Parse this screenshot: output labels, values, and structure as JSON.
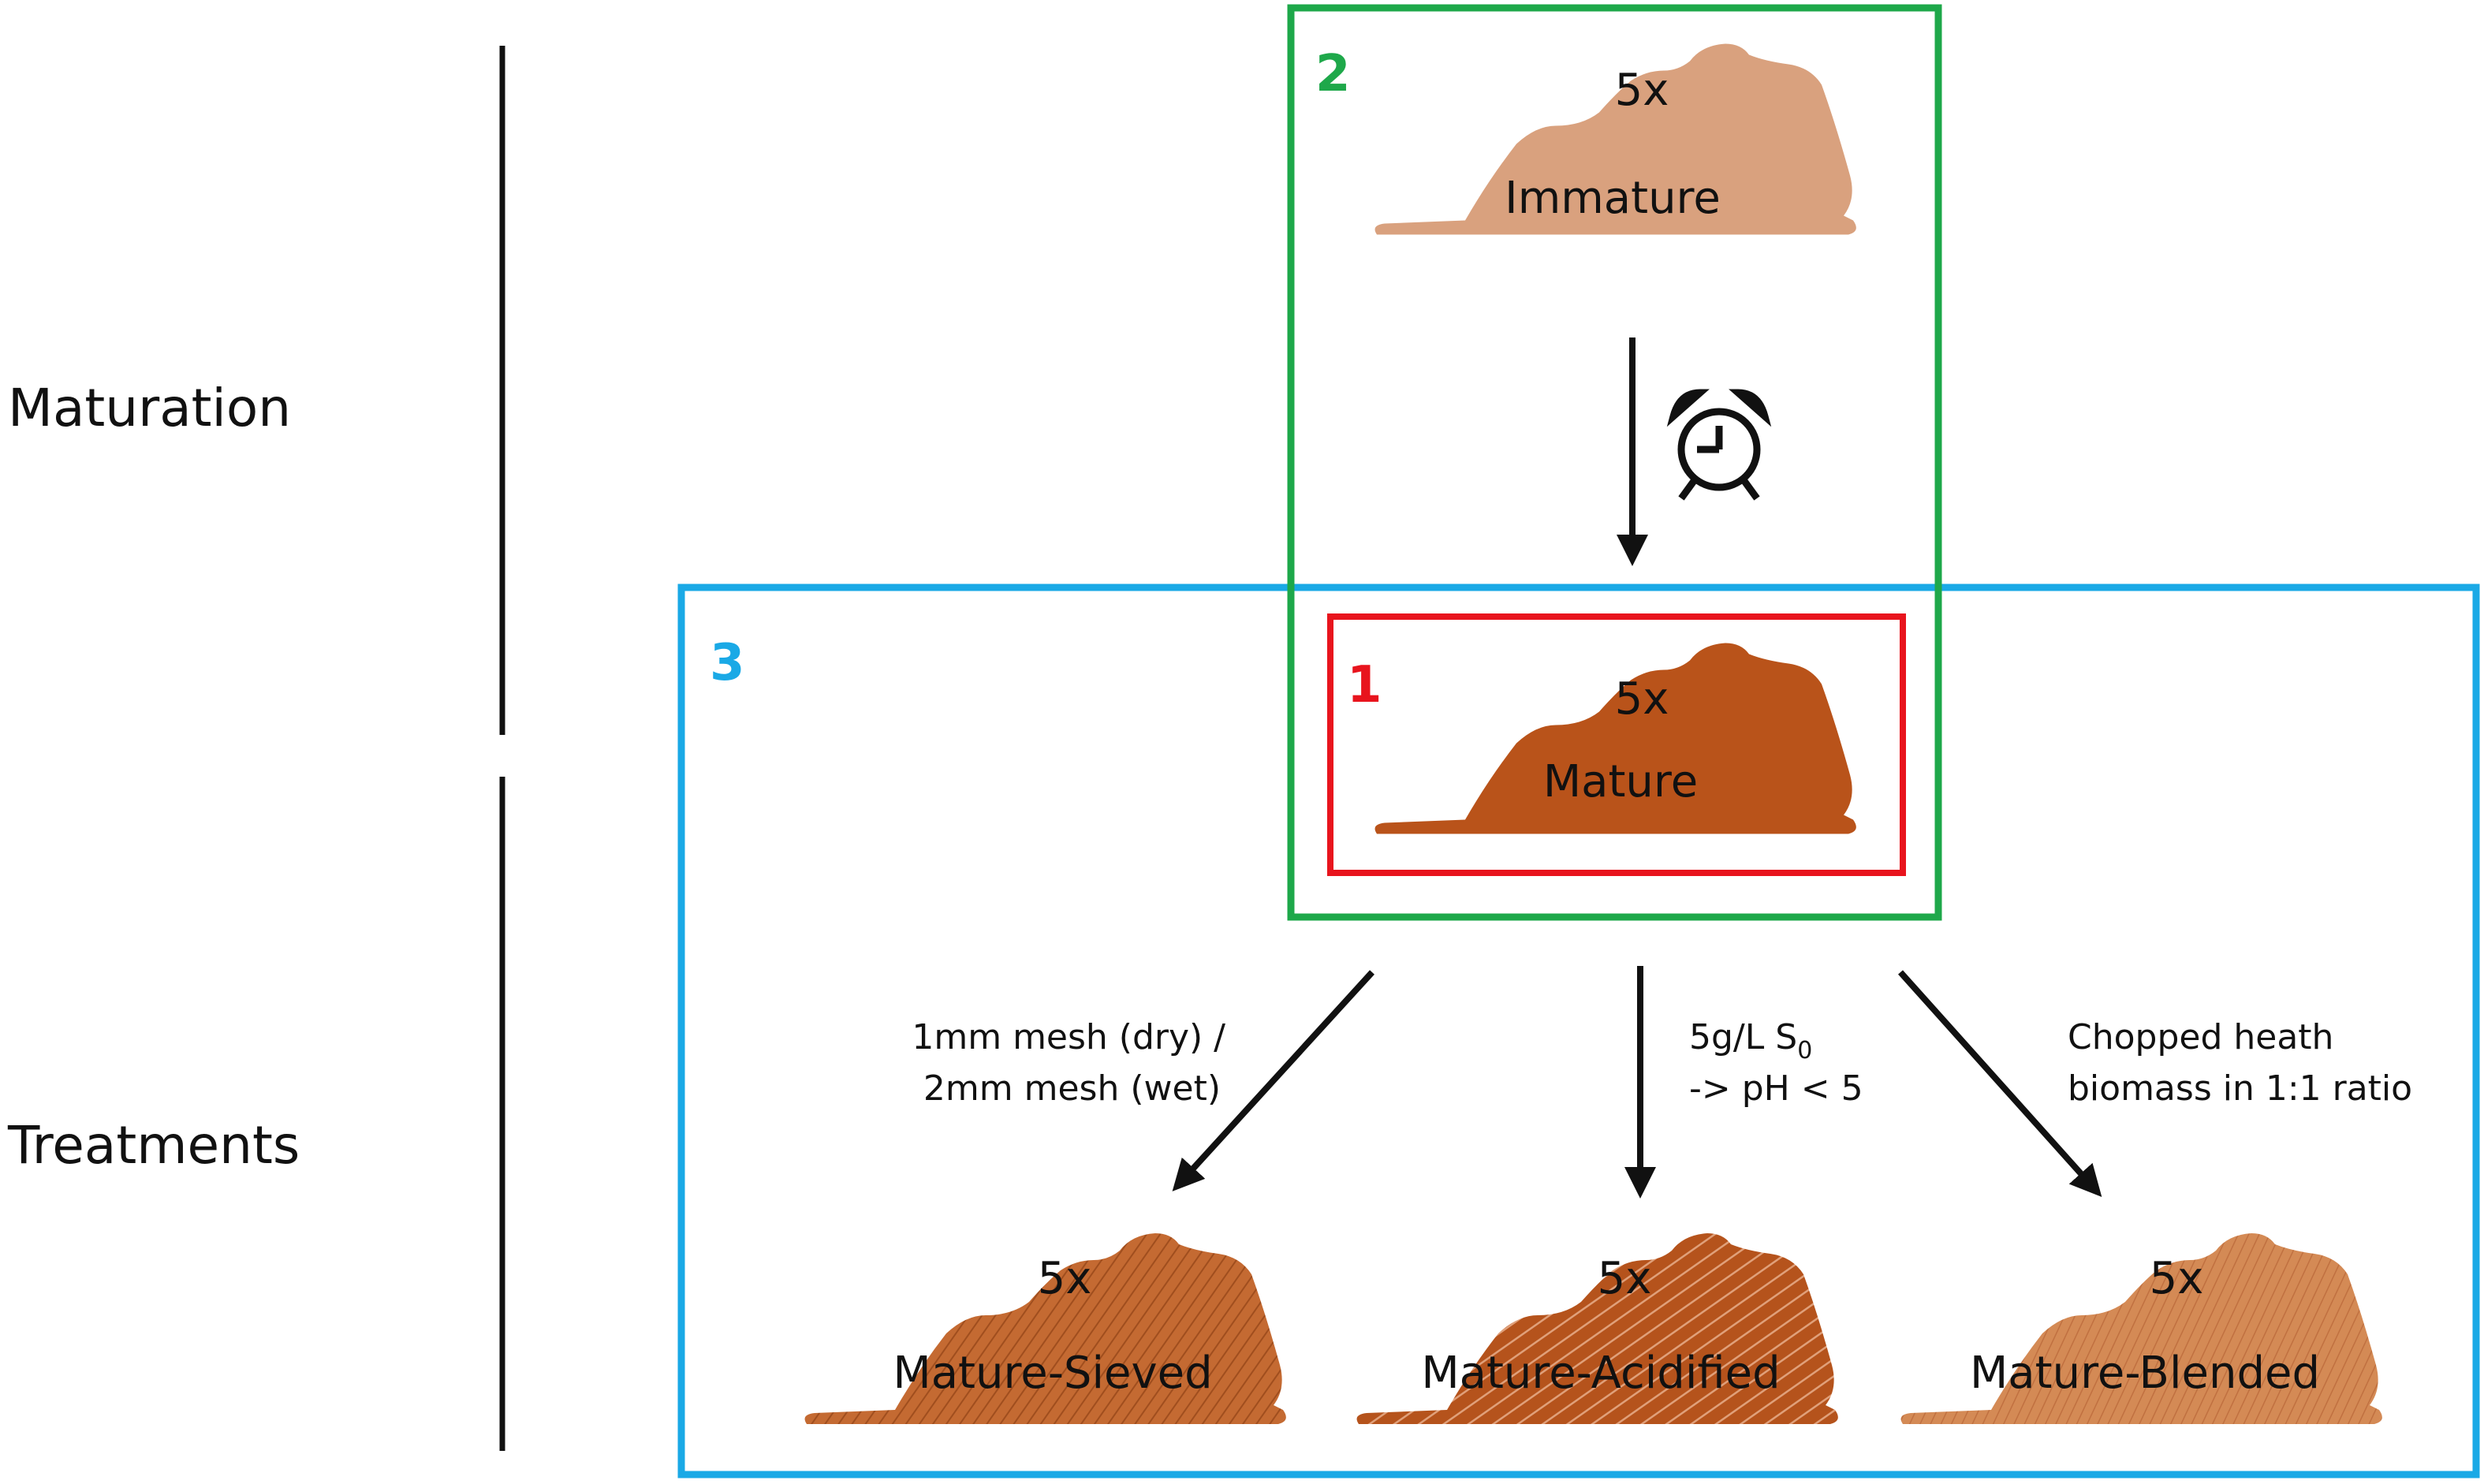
{
  "stages": {
    "maturation": "Maturation",
    "treatments": "Treatments"
  },
  "boxes": {
    "mature_only": {
      "number": "1",
      "color": "#e8141d"
    },
    "maturation_step": {
      "number": "2",
      "color": "#1ea84a"
    },
    "treatment_step": {
      "number": "3",
      "color": "#1aa9e6"
    }
  },
  "piles": {
    "immature": {
      "count": "5x",
      "label": "Immature",
      "color": "#d9a17e"
    },
    "mature": {
      "count": "5x",
      "label": "Mature",
      "color": "#b9531a"
    },
    "sieved": {
      "count": "5x",
      "label": "Mature-Sieved",
      "color": "#c46a32"
    },
    "acidified": {
      "count": "5x",
      "label": "Mature-Acidified",
      "color": "#b5531c"
    },
    "blended": {
      "count": "5x",
      "label": "Mature-Blended",
      "color": "#d48a55"
    }
  },
  "time_icon": "alarm-clock-icon",
  "treatment_steps": {
    "sieving": {
      "line1": "1mm mesh (dry) /",
      "line2": "2mm mesh (wet)"
    },
    "acidification": {
      "line1_main": "5g/L S",
      "line1_sub": "0",
      "line2": "-> pH < 5"
    },
    "blending": {
      "line1": "Chopped heath",
      "line2": "biomass in 1:1 ratio"
    }
  }
}
